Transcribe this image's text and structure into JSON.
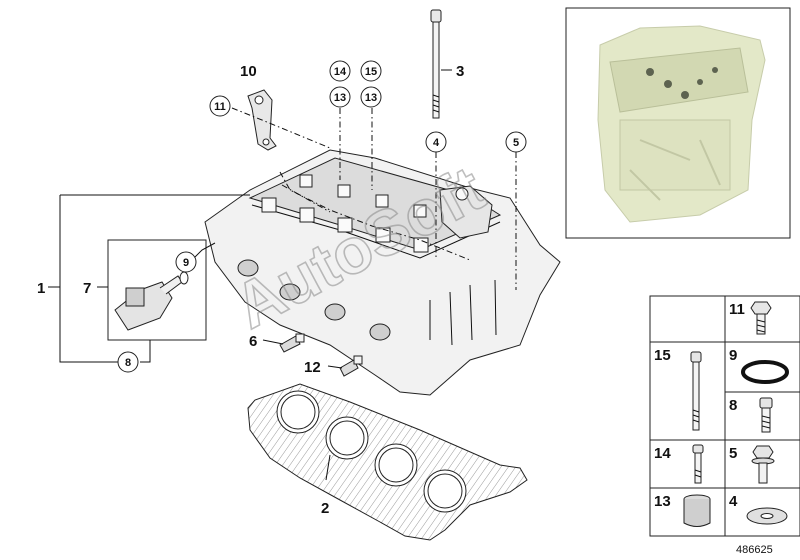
{
  "labels": {
    "l1": "1",
    "l2": "2",
    "l3": "3",
    "l4": "4",
    "l5": "5",
    "l6": "6",
    "l7": "7",
    "l8": "8",
    "l9": "9",
    "l10": "10",
    "l11": "11",
    "l12": "12",
    "l13a": "13",
    "l13b": "13",
    "l14": "14",
    "l15": "15"
  },
  "legend": {
    "r11": "11",
    "r15": "15",
    "r9": "9",
    "r8": "8",
    "r14": "14",
    "r5": "5",
    "r13": "13",
    "r4": "4"
  },
  "watermark": "AutoSoft",
  "diagram_ref": "486625",
  "colors": {
    "engine_tint": "#e3e8c8",
    "line": "#111111"
  }
}
